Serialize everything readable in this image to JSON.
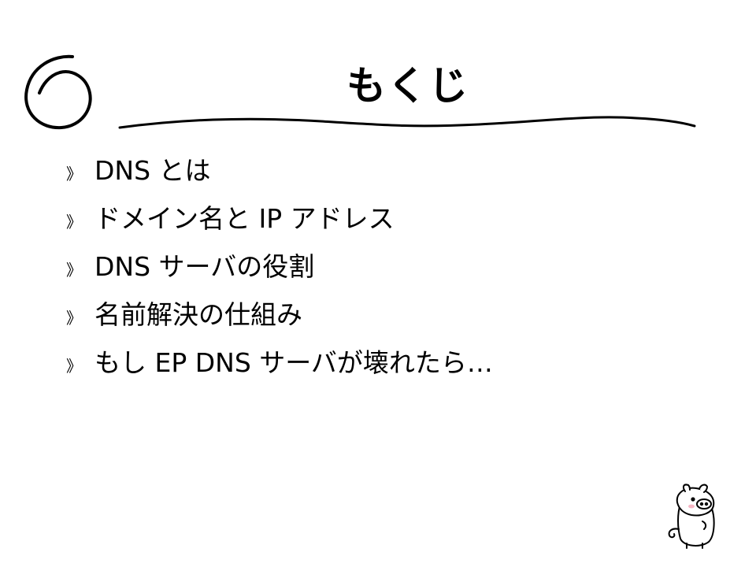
{
  "slide": {
    "title": "もくじ",
    "bullet_marker": "》",
    "items": [
      "DNS とは",
      "ドメイン名と IP アドレス",
      "DNS サーバの役割",
      "名前解決の仕組み",
      "もし EP DNS サーバが壊れたら…"
    ]
  },
  "icons": {
    "decoration": "hand-drawn-circle-icon",
    "underline": "hand-drawn-underline",
    "mascot": "pig-mascot-icon"
  }
}
